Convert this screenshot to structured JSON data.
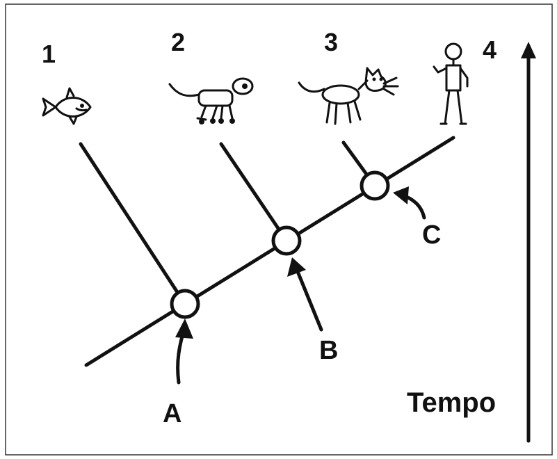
{
  "taxa": [
    {
      "number": "1",
      "icon": "fish-icon"
    },
    {
      "number": "2",
      "icon": "amphibian-icon"
    },
    {
      "number": "3",
      "icon": "cat-icon"
    },
    {
      "number": "4",
      "icon": "human-icon"
    }
  ],
  "nodes": [
    "A",
    "B",
    "C"
  ],
  "axis": {
    "label": "Tempo"
  },
  "colors": {
    "ink": "#111111",
    "background": "#ffffff",
    "frame": "#333333"
  }
}
